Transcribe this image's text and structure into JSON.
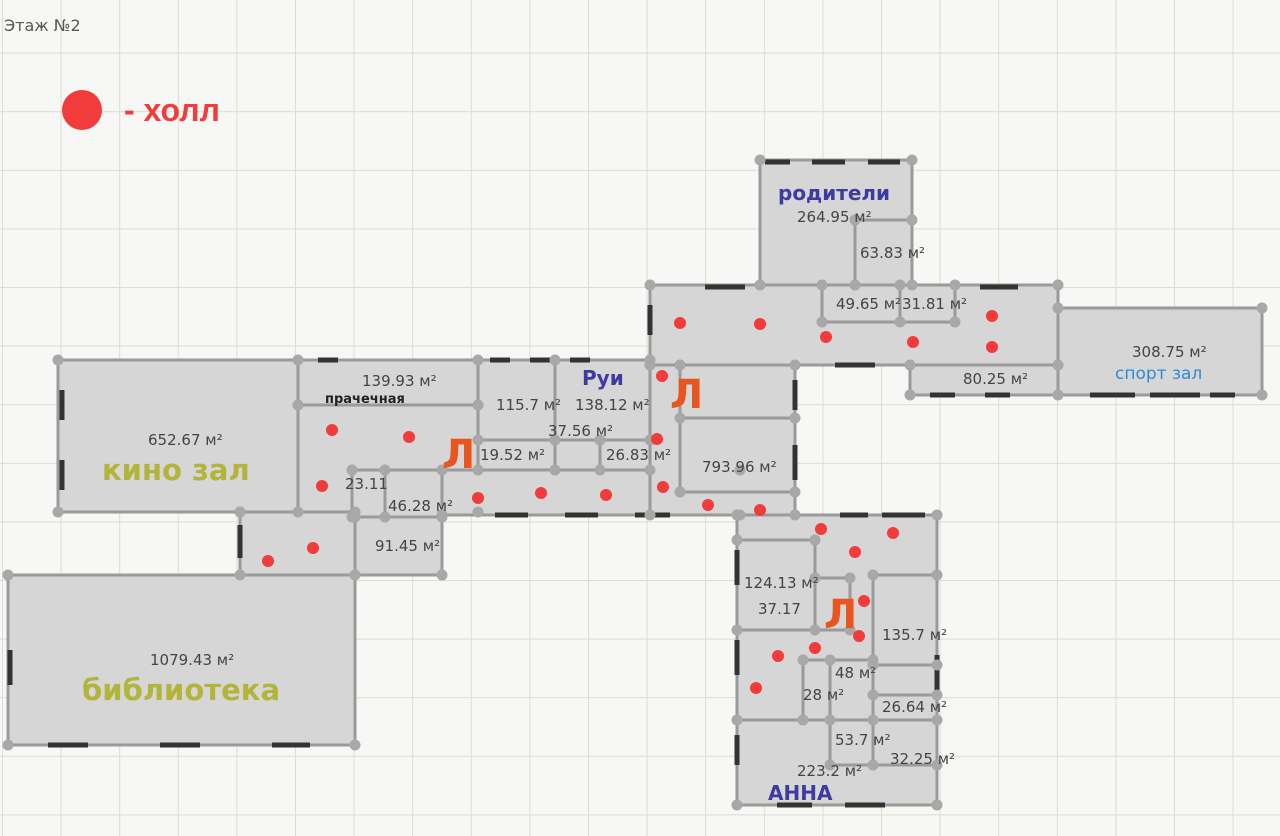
{
  "floor_title": "Этаж №2",
  "legend": {
    "label": "- холл",
    "color": "#f23b3b"
  },
  "rooms": {
    "kino": {
      "area": "652.67 м²",
      "name": "кино зал"
    },
    "library": {
      "area": "1079.43 м²",
      "name": "библиотека"
    },
    "laundry": {
      "area": "139.93 м²",
      "name": "прачечная"
    },
    "r115": {
      "area": "115.7 м²"
    },
    "rui": {
      "area": "138.12 м²",
      "name": "Руи"
    },
    "r19": {
      "area": "19.52 м²"
    },
    "r37": {
      "area": "37.56 м²"
    },
    "r26": {
      "area": "26.83 м²"
    },
    "r793": {
      "area": "793.96 м²"
    },
    "r23": {
      "area": "23.11"
    },
    "r46": {
      "area": "46.28 м²"
    },
    "r91": {
      "area": "91.45 м²"
    },
    "parents": {
      "area": "264.95 м²",
      "name": "родители"
    },
    "r63": {
      "area": "63.83 м²"
    },
    "r49": {
      "area": "49.65 м²"
    },
    "r31": {
      "area": "31.81 м²"
    },
    "r80": {
      "area": "80.25 м²"
    },
    "sport": {
      "area": "308.75 м²",
      "name": "спорт зал"
    },
    "r124": {
      "area": "124.13 м²"
    },
    "r37b": {
      "area": "37.17"
    },
    "r135": {
      "area": "135.7 м²"
    },
    "r28": {
      "area": "28 м²"
    },
    "r48": {
      "area": "48 м²"
    },
    "r26b": {
      "area": "26.64 м²"
    },
    "r53": {
      "area": "53.7 м²"
    },
    "r32": {
      "area": "32.25 м²"
    },
    "anna": {
      "area": "223.2 м²",
      "name": "АННА"
    }
  },
  "lift_label": "Л"
}
